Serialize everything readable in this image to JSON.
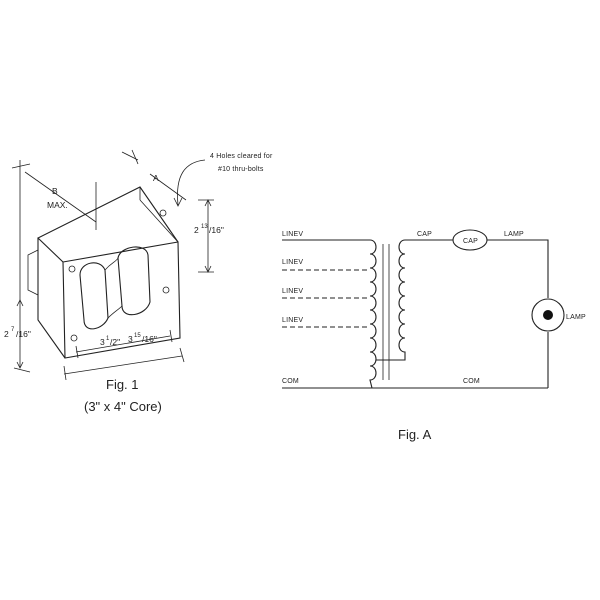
{
  "fig1": {
    "callout_holes_line1": "4 Holes cleared for",
    "callout_holes_line2": "#10 thru-bolts",
    "label_b": "B",
    "label_max": "MAX.",
    "label_a": "A",
    "dim_height_whole": "2",
    "dim_height_frac": "13",
    "dim_height_den": "/16\"",
    "dim_left_whole": "2",
    "dim_left_frac": "7",
    "dim_left_den": "/16\"",
    "dim_base1_whole": "3",
    "dim_base1_frac": "1",
    "dim_base1_den": "/2\"",
    "dim_base2_whole": "3",
    "dim_base2_frac": "15",
    "dim_base2_den": "/16\"",
    "caption_line1": "Fig. 1",
    "caption_line2": "(3\" x 4\" Core)"
  },
  "figA": {
    "leads": [
      "LINEV",
      "LINEV",
      "LINEV",
      "LINEV",
      "COM"
    ],
    "cap_top_label": "CAP",
    "cap_circle_label": "CAP",
    "lamp_top_label": "LAMP",
    "lamp_side_label": "LAMP",
    "com_right_label": "COM",
    "caption": "Fig. A"
  }
}
